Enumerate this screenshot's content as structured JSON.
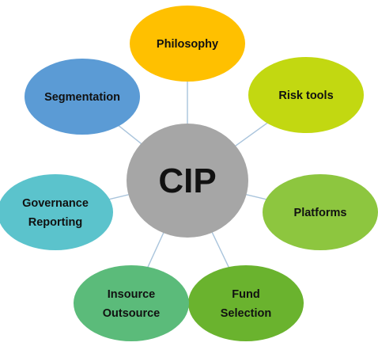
{
  "center": {
    "label": "CIP",
    "color": "#a6a6a6"
  },
  "nodes": [
    {
      "id": "philosophy",
      "lines": [
        "Philosophy"
      ],
      "color": "#ffc000"
    },
    {
      "id": "risk-tools",
      "lines": [
        "Risk tools"
      ],
      "color": "#c2d811"
    },
    {
      "id": "platforms",
      "lines": [
        "Platforms"
      ],
      "color": "#8dc63f"
    },
    {
      "id": "fund-selection",
      "lines": [
        "Fund",
        "Selection"
      ],
      "color": "#6ab32e"
    },
    {
      "id": "insource-outsource",
      "lines": [
        "Insource",
        "Outsource"
      ],
      "color": "#5bbb7a"
    },
    {
      "id": "governance-reporting",
      "lines": [
        "Governance",
        "Reporting"
      ],
      "color": "#5bc3cc"
    },
    {
      "id": "segmentation",
      "lines": [
        "Segmentation"
      ],
      "color": "#5b9bd5"
    }
  ]
}
